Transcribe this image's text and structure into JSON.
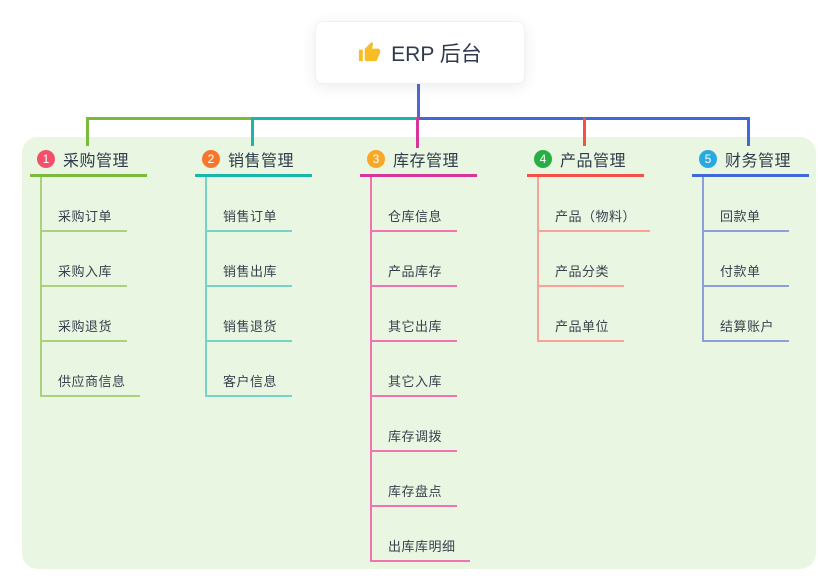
{
  "root": {
    "label": "ERP 后台",
    "icon": "thumbs-up-icon",
    "icon_color": "#f6bd27"
  },
  "panel": {
    "bg_color": "#e9f6e2"
  },
  "connectors": {
    "stem_color": "#5366cd"
  },
  "branches": [
    {
      "number": "1",
      "label": "采购管理",
      "badge_color": "#f3516b",
      "line_color": "#7cba3d",
      "child_line_color": "#abd07e",
      "children": [
        "采购订单",
        "采购入库",
        "采购退货",
        "供应商信息"
      ]
    },
    {
      "number": "2",
      "label": "销售管理",
      "badge_color": "#f5772c",
      "line_color": "#19b7a9",
      "child_line_color": "#76d4c6",
      "children": [
        "销售订单",
        "销售出库",
        "销售退货",
        "客户信息"
      ]
    },
    {
      "number": "3",
      "label": "库存管理",
      "badge_color": "#f9a825",
      "line_color": "#d8359b",
      "child_line_color": "#ef74b0",
      "children": [
        "仓库信息",
        "产品库存",
        "其它出库",
        "其它入库",
        "库存调拨",
        "库存盘点",
        "出库库明细"
      ]
    },
    {
      "number": "4",
      "label": "产品管理",
      "badge_color": "#27ae45",
      "line_color": "#f25048",
      "child_line_color": "#f8a29a",
      "children": [
        "产品（物料）",
        "产品分类",
        "产品单位"
      ]
    },
    {
      "number": "5",
      "label": "财务管理",
      "badge_color": "#29a9e1",
      "line_color": "#4168d9",
      "child_line_color": "#8c9fd9",
      "children": [
        "回款单",
        "付款单",
        "结算账户"
      ]
    }
  ]
}
